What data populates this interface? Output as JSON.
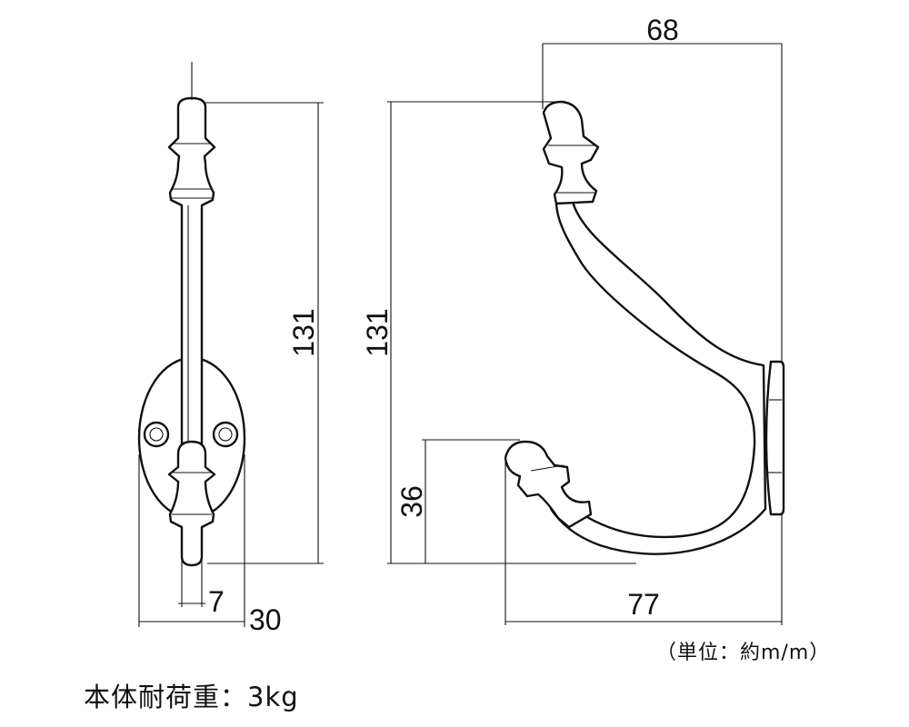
{
  "dimensions": {
    "front_height": "131",
    "front_shaft_width": "7",
    "front_plate_width": "30",
    "side_height": "131",
    "side_top_width": "68",
    "side_lower_hook_height": "36",
    "side_depth": "77"
  },
  "notes": {
    "unit": "（単位：約m/m）",
    "load": "本体耐荷重：3kg"
  },
  "colors": {
    "ink": "#111111",
    "background": "#ffffff"
  }
}
